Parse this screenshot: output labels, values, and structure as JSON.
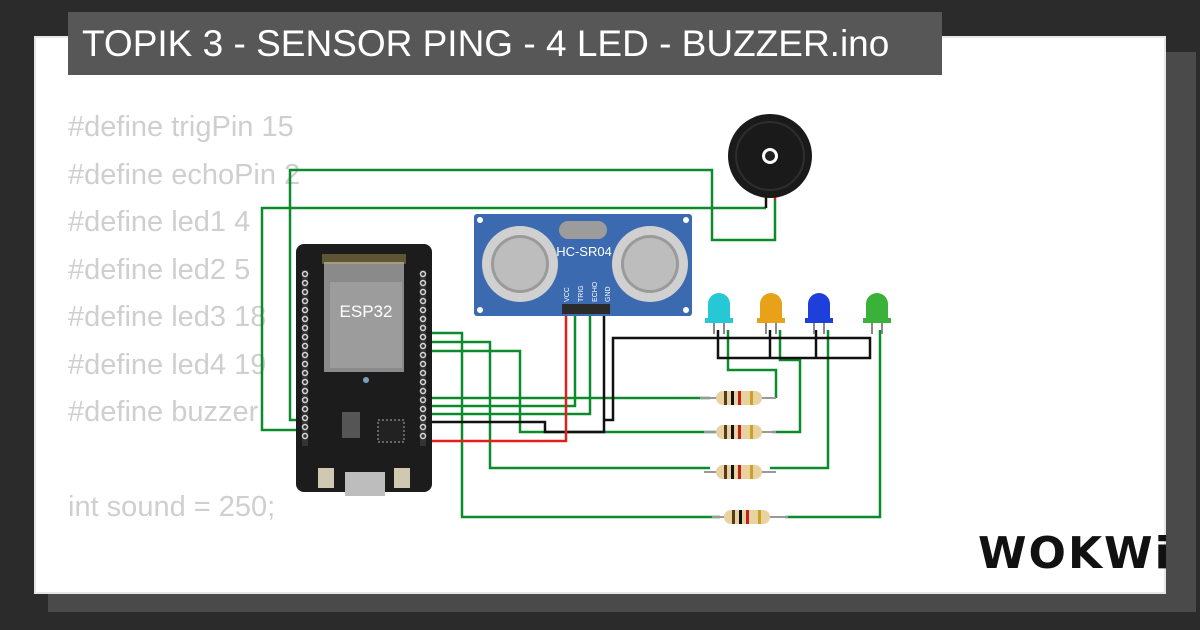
{
  "title": "TOPIK 3 - SENSOR PING - 4 LED - BUZZER.ino",
  "code_lines": [
    "#define trigPin 15",
    "#define echoPin 2",
    "#define led1 4",
    "#define led2 5",
    "#define led3 18",
    "#define led4 19",
    "#define buzzer",
    "",
    "int sound = 250;"
  ],
  "components": {
    "esp32_label": "ESP32",
    "sensor_label": "HC-SR04",
    "sensor_pins": [
      "VCC",
      "TRIG",
      "ECHO",
      "GND"
    ]
  },
  "logo_text": "WOKWi",
  "colors": {
    "wire_green": "#0d8a2e",
    "wire_red": "#e0201e",
    "wire_black": "#111111",
    "led_colors": [
      "#27c8d6",
      "#e8a21a",
      "#1e3fd9",
      "#3ab23a"
    ],
    "board_color": "#1c1c1c",
    "sensor_color": "#3b6ab0"
  }
}
